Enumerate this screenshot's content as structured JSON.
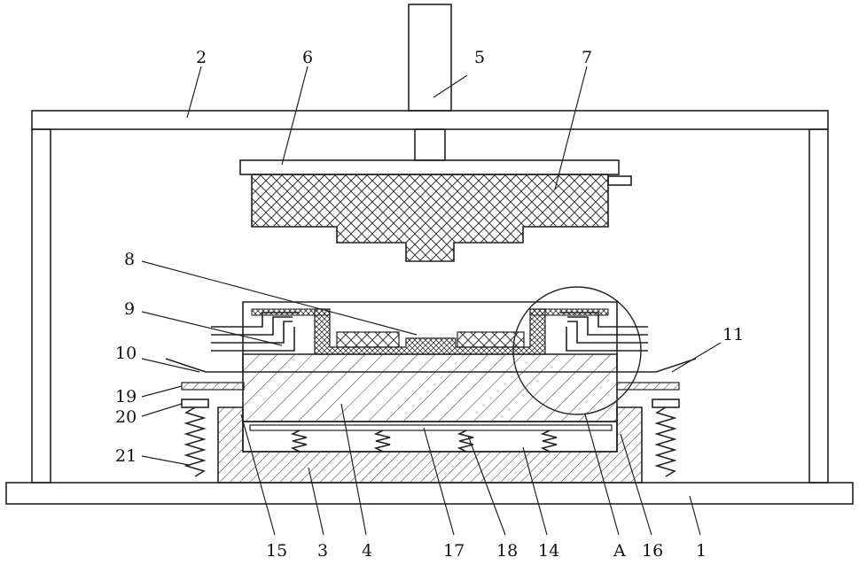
{
  "figure": {
    "labels": {
      "l1": "1",
      "l2": "2",
      "l3": "3",
      "l4": "4",
      "l5": "5",
      "l6": "6",
      "l7": "7",
      "l8": "8",
      "l9": "9",
      "l10": "10",
      "l11": "11",
      "l14": "14",
      "l15": "15",
      "l16": "16",
      "l17": "17",
      "l18": "18",
      "l19": "19",
      "l20": "20",
      "l21": "21",
      "lA": "A"
    }
  }
}
